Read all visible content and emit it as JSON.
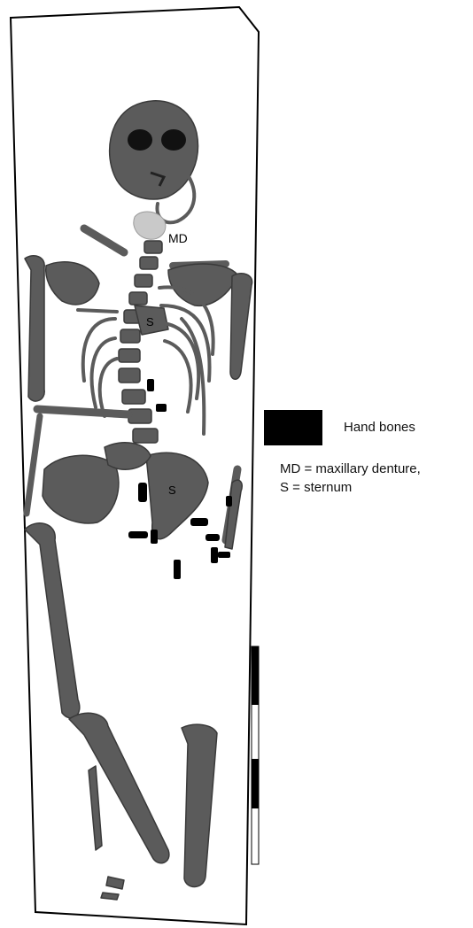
{
  "labels": {
    "md": "MD",
    "s_upper": "S",
    "s_pelvis": "S"
  },
  "legend": {
    "hand_bones": "Hand bones",
    "abbrev_line1": "MD = maxillary denture,",
    "abbrev_line2": "S = sternum"
  },
  "colors": {
    "bone": "#5b5b5b",
    "hand_bones": "#000000",
    "denture": "#c9c9c9"
  }
}
